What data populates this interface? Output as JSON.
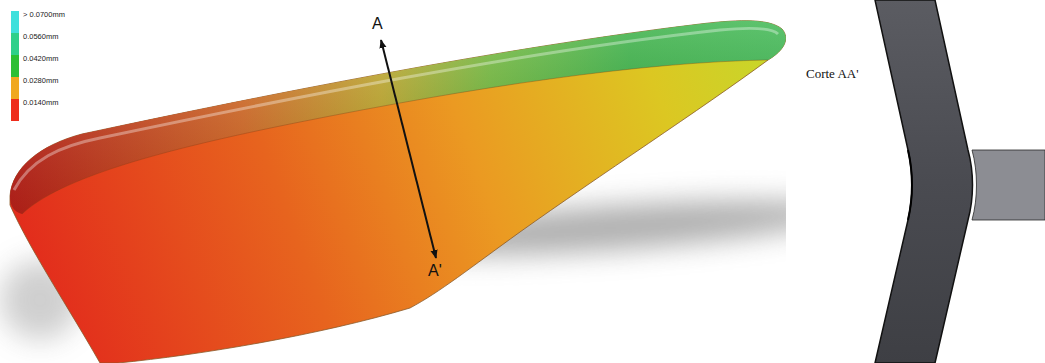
{
  "diagram": {
    "labels": [
      "A",
      "A'",
      "Corte AA'"
    ],
    "legend": [
      {
        "text": "> 0.0700mm",
        "color": "#3fe0dc"
      },
      {
        "text": "0.0560mm",
        "color": "#2fd08a"
      },
      {
        "text": "0.0420mm",
        "color": "#2cbf34"
      },
      {
        "text": "0.0280mm",
        "color": "#f0a820"
      },
      {
        "text": "0.0140mm",
        "color": "#ee2c1c"
      }
    ]
  }
}
